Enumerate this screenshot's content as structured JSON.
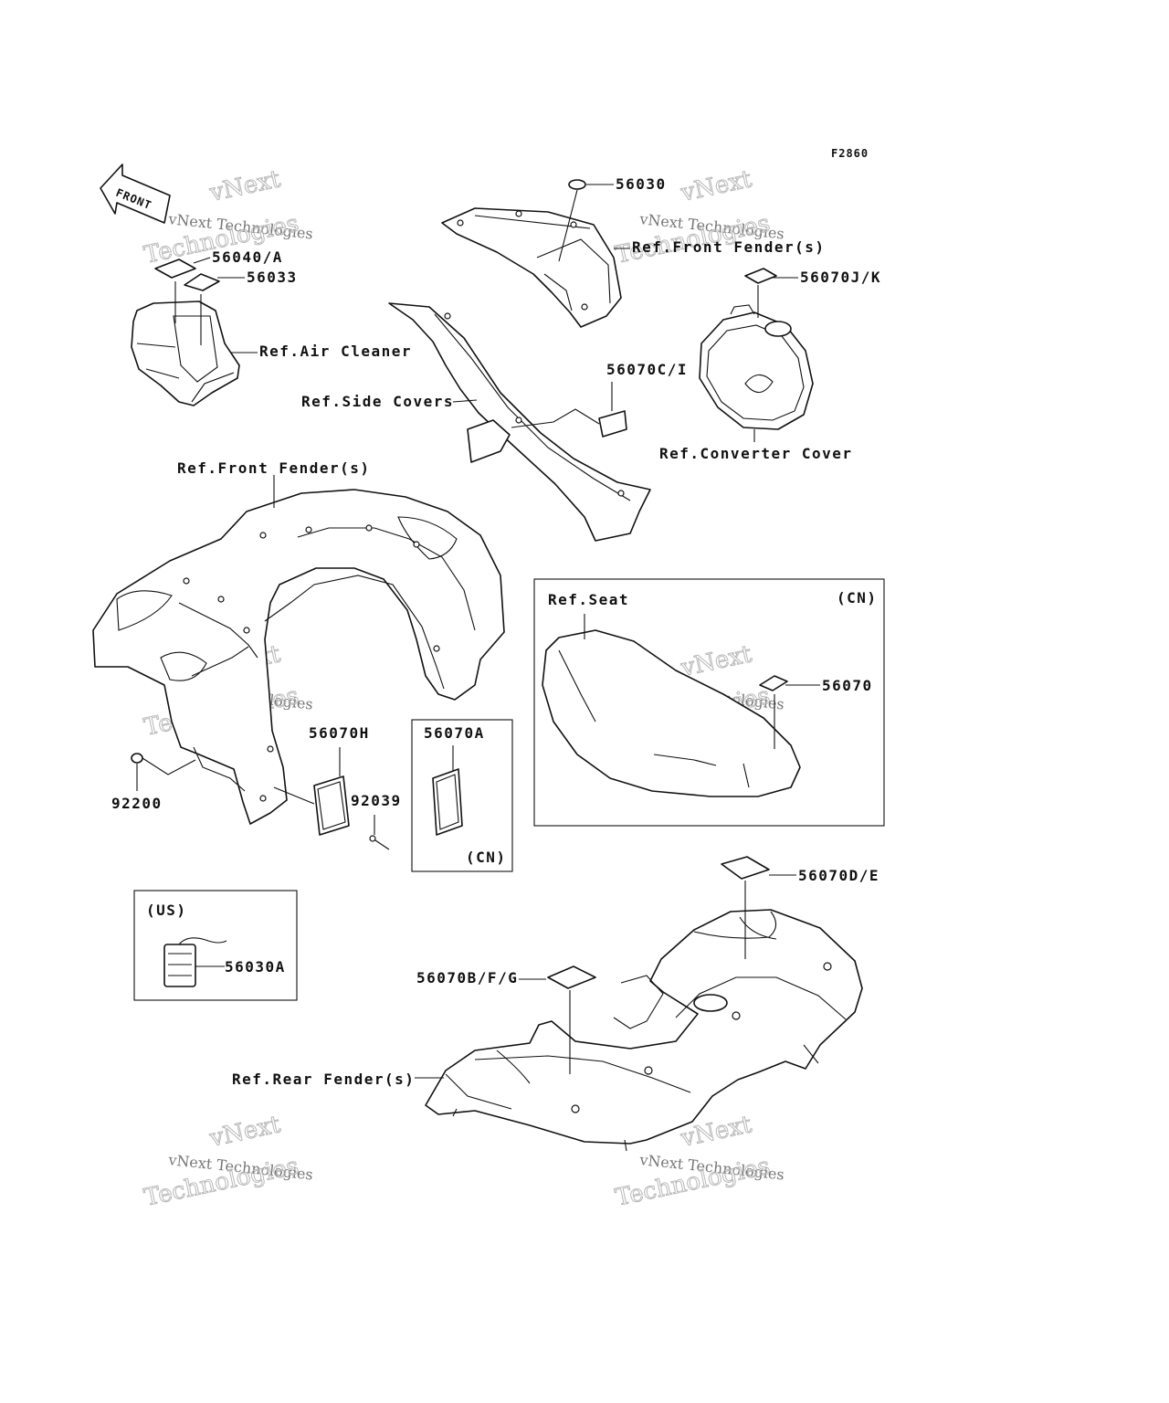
{
  "figure_code": "F2860",
  "front_arrow_label": "FRONT",
  "watermark": {
    "line1": "vNext",
    "line2": "vNext Technologies",
    "line3": "Technologies"
  },
  "labels": {
    "p56030": "56030",
    "ref_front_fender_top": "Ref.Front Fender(s)",
    "p56070jk": "56070J/K",
    "p56040a": "56040/A",
    "p56033": "56033",
    "ref_air_cleaner": "Ref.Air Cleaner",
    "p56070ci": "56070C/I",
    "ref_side_covers": "Ref.Side Covers",
    "ref_converter_cover": "Ref.Converter Cover",
    "ref_front_fender_main": "Ref.Front Fender(s)",
    "ref_seat": "Ref.Seat",
    "cn_seat": "(CN)",
    "p56070": "56070",
    "p56070h": "56070H",
    "p56070a": "56070A",
    "cn_56070a": "(CN)",
    "p92200": "92200",
    "p92039": "92039",
    "us": "(US)",
    "p56030a": "56030A",
    "p56070de": "56070D/E",
    "p56070bfg": "56070B/F/G",
    "ref_rear_fender": "Ref.Rear Fender(s)"
  }
}
